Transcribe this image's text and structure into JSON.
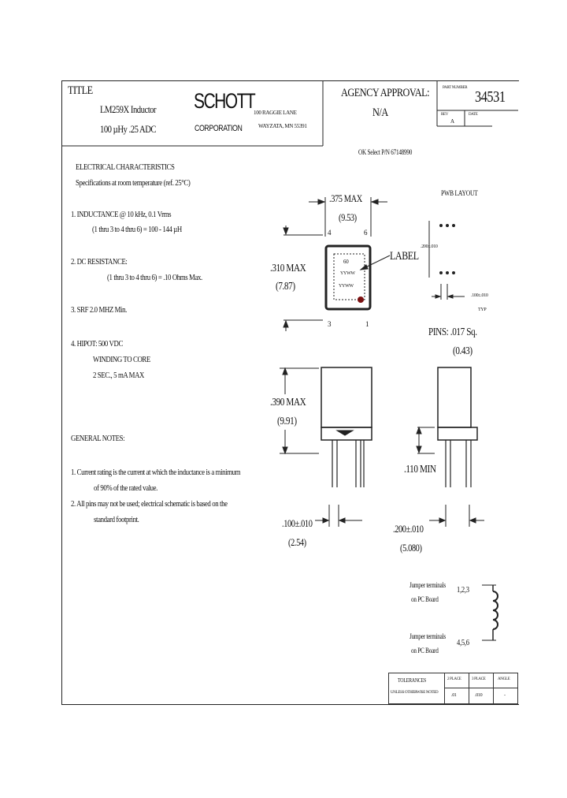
{
  "title_block": {
    "title_label": "TITLE",
    "part_name": "LM259X Inductor",
    "rating": "100 µHy .25 ADC",
    "company_logo": "SCHOTT",
    "company_sub": "CORPORATION",
    "address_line1": "100 RAGGIE LANE",
    "address_line2": "WAYZATA, MN 55391",
    "agency_label": "AGENCY APPROVAL:",
    "agency_value": "N/A",
    "part_no_label": "PART NUMBER",
    "part_no": "34531",
    "rev_label": "REV",
    "rev_value": "A",
    "date_label": "DATE"
  },
  "ok_select": "OK Select P/N 67148990",
  "electrical": {
    "heading": "ELECTRICAL CHARACTERISTICS",
    "spec_note": "Specifications at room temperature (ref. 25°C)",
    "items": [
      {
        "line1": "1. INDUCTANCE @ 10 kHz, 0.1 Vrms",
        "line2": "(1 thru 3 to 4 thru 6) = 100 - 144 µH"
      },
      {
        "line1": "2. DC RESISTANCE:",
        "line2": "(1 thru 3 to 4 thru 6) = .10 Ohms Max."
      },
      {
        "line1": "3. SRF 2.0 MHZ Min.",
        "line2": ""
      },
      {
        "line1": "4. HIPOT: 500 VDC",
        "line2": "WINDING TO CORE",
        "line3": "2 SEC., 5 mA MAX"
      }
    ]
  },
  "general_notes": {
    "heading": "GENERAL NOTES:",
    "note1_line1": "1. Current rating is the current at which the inductance is a minimum",
    "note1_line2": "of 90% of the rated value.",
    "note2_line1": "2. All pins may not be used; electrical schematic is based on the",
    "note2_line2": "standard footprint."
  },
  "drawing": {
    "width_dim": ".375 MAX",
    "width_mm": "(9.53)",
    "height_dim": ".310 MAX",
    "height_mm": "(7.87)",
    "pin_4": "4",
    "pin_6": "6",
    "pin_3": "3",
    "pin_1": "1",
    "label_text": "LABEL",
    "label_line1": "60",
    "label_line2": "YYWW",
    "label_line3": "YYWW",
    "pwb_layout": "PWB LAYOUT",
    "pwb_dim_v": ".200±.010",
    "pwb_dim_h": ".100±.010",
    "pwb_typ": "TYP",
    "pins_spec": "PINS: .017 Sq.",
    "pins_mm": "(0.43)",
    "side_height": ".390 MAX",
    "side_height_mm": "(9.91)",
    "lead_len": ".110 MIN",
    "pitch": ".100±.010",
    "pitch_mm": "(2.54)",
    "row_spacing": ".200±.010",
    "row_spacing_mm": "(5.080)"
  },
  "schematic": {
    "top_label_1": "Jumper terminals",
    "top_label_2": "on PC Board",
    "top_pins": "1,2,3",
    "bottom_label_1": "Jumper terminals",
    "bottom_label_2": "on PC Board",
    "bottom_pins": "4,5,6"
  },
  "tolerances": {
    "label_1": "TOLERANCES",
    "label_2": "UNLESS OTHERWISE NOTED",
    "col1_head": "2 PLACE",
    "col2_head": "3 PLACE",
    "col3_head": "ANGLE",
    "col1_val": ".01",
    "col2_val": ".010",
    "col3_val": "-"
  }
}
